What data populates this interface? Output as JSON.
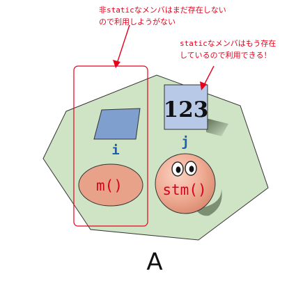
{
  "annotations": {
    "non_static": {
      "prefix": "非",
      "keyword": "static",
      "line1_rest": "なメンバはまだ存在しない",
      "line2": "ので利用しようがない"
    },
    "static": {
      "keyword": "static",
      "line1_rest": "なメンバはもう存在",
      "line2": "しているので利用できる！"
    }
  },
  "members": {
    "field_i": "i",
    "field_j": "j",
    "method_m": "m()",
    "method_stm": "stm()",
    "j_value": "123"
  },
  "class_name": "A",
  "colors": {
    "annotation": "#e8001c",
    "class_area": "#cfe3c5",
    "field_box": "#7f9fce",
    "static_box": "#b8c9e8",
    "method_fill": "#e9a28a",
    "member_label": "#1a5fb4",
    "method_label": "#d7001e"
  }
}
